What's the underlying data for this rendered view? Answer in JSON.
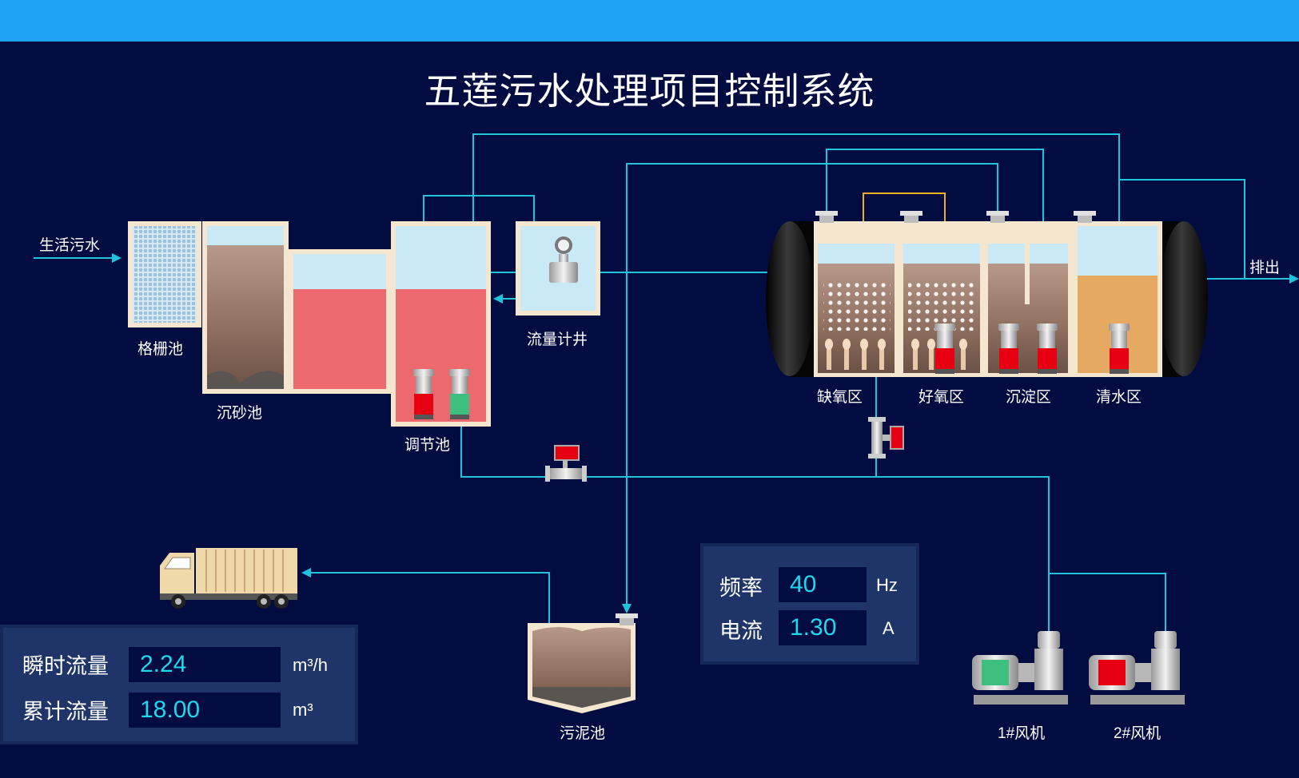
{
  "title": "五莲污水处理项目控制系统",
  "labels": {
    "inlet": "生活污水",
    "outlet": "排出",
    "screen_tank": "格栅池",
    "grit_tank": "沉砂池",
    "regulating_tank": "调节池",
    "flowmeter_well": "流量计井",
    "anoxic_zone": "缺氧区",
    "aerobic_zone": "好氧区",
    "settling_zone": "沉淀区",
    "clear_water_zone": "清水区",
    "sludge_tank": "污泥池",
    "blower_1": "1#风机",
    "blower_2": "2#风机"
  },
  "flow_panel": {
    "instant_label": "瞬时流量",
    "instant_value": "2.24",
    "instant_unit": "m³/h",
    "total_label": "累计流量",
    "total_value": "18.00",
    "total_unit": "m³"
  },
  "freq_panel": {
    "freq_label": "频率",
    "freq_value": "40",
    "freq_unit": "Hz",
    "current_label": "电流",
    "current_value": "1.30",
    "current_unit": "A"
  },
  "colors": {
    "background": "#020c40",
    "header_bar": "#1fa3f5",
    "pipe": "#1ec3dc",
    "air_pipe": "#f0b020",
    "value_text": "#1fd8ec"
  }
}
